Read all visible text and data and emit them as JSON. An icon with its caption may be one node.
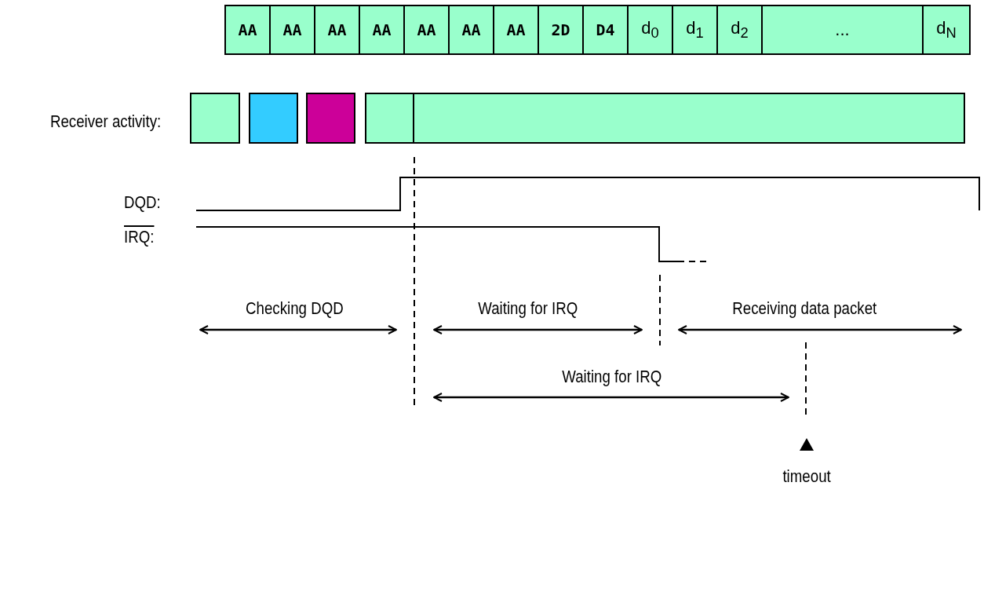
{
  "diagram": {
    "nodes": [
      {
        "text": [
          "AA"
        ]
      },
      {
        "text": [
          "AA"
        ]
      },
      {
        "text": [
          "AA"
        ]
      },
      {
        "text": [
          "AA"
        ]
      },
      {
        "text": [
          "AA"
        ]
      },
      {
        "text": [
          "AA"
        ]
      },
      {
        "text": [
          "AA"
        ]
      },
      {
        "text": [
          "2D"
        ]
      },
      {
        "text": [
          "D4"
        ]
      },
      {
        "text": [
          "d$_{0}$"
        ]
      },
      {
        "text": [
          "d$_{1}$"
        ]
      },
      {
        "text": [
          "d$_{2}$"
        ]
      },
      {
        "text": [
          "..."
        ]
      },
      {
        "text": [
          "d$_{N}$"
        ]
      },
      {
        "text": [],
        "shape": "box"
      },
      {
        "text": [],
        "shape": "box"
      },
      {
        "text": [],
        "shape": "box"
      },
      {
        "text": [],
        "shape": "box"
      },
      {
        "text": [],
        "shape": "box"
      }
    ],
    "labels": [
      "Receiver activity:",
      "DQD:",
      "IRQ:",
      "Checking DQD",
      "Waiting for IRQ",
      "Receiving data packet",
      "Waiting for IRQ",
      "timeout"
    ]
  }
}
